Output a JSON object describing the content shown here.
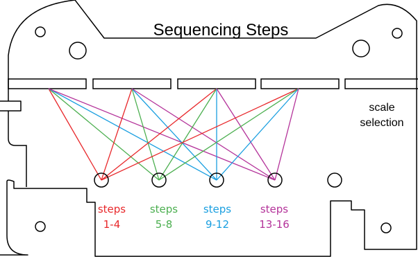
{
  "title": "Sequencing Steps",
  "side_label": {
    "line1": "scale",
    "line2": "selection"
  },
  "groups": [
    {
      "line1": "steps",
      "line2": "1-4",
      "color": "#e8282b"
    },
    {
      "line1": "steps",
      "line2": "5-8",
      "color": "#4caf50"
    },
    {
      "line1": "steps",
      "line2": "9-12",
      "color": "#1a9fe0"
    },
    {
      "line1": "steps",
      "line2": "13-16",
      "color": "#b4339a"
    }
  ]
}
